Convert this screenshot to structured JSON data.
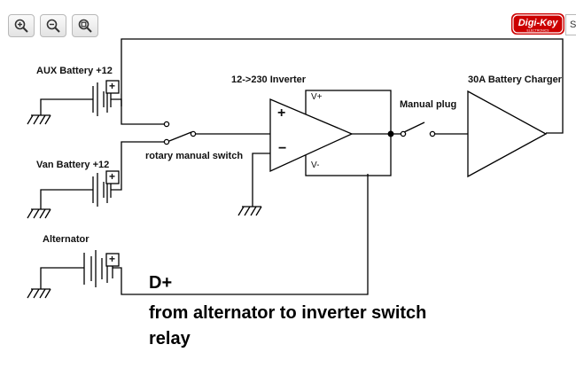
{
  "toolbar": {
    "buttons": [
      {
        "name": "zoom-in-button",
        "icon": "zoom-in-icon"
      },
      {
        "name": "zoom-out-button",
        "icon": "zoom-out-icon"
      },
      {
        "name": "zoom-fit-button",
        "icon": "zoom-fit-icon"
      }
    ]
  },
  "logo": {
    "text": "Digi-Key",
    "color": "#cc0000"
  },
  "search": {
    "value": "S"
  },
  "schematic": {
    "labels": {
      "aux_battery": "AUX Battery +12",
      "van_battery": "Van Battery +12",
      "alternator": "Alternator",
      "inverter": "12->230 Inverter",
      "vplus": "V+",
      "vminus": "V-",
      "plus": "+",
      "minus": "−",
      "switch": "rotary manual switch",
      "plug": "Manual plug",
      "charger": "30A Battery Charger",
      "aux_plus": "+",
      "van_plus": "+",
      "alt_plus": "+"
    },
    "annotation": {
      "line1": "D+",
      "line2": "from alternator to inverter switch",
      "line3": "relay"
    }
  }
}
